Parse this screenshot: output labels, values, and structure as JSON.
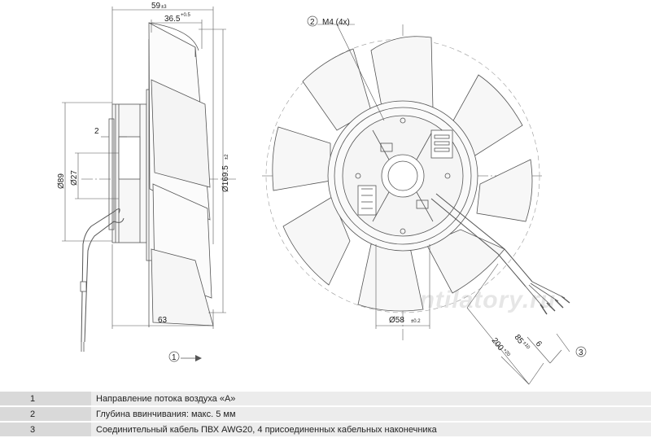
{
  "drawing": {
    "watermark": "Ventilatory.ru",
    "dims": {
      "width_59": "59",
      "width_59_tol": "±3",
      "width_36_5": "36.5",
      "width_36_5_tol": "+0.5",
      "gap_2": "2",
      "dia_89": "Ø89",
      "dia_27": "Ø27",
      "dia_169_5": "Ø169.5",
      "dia_169_5_tol": "±2",
      "width_63": "63",
      "screw": "M4 (4x)",
      "dia_58": "Ø58",
      "dia_58_tol": "±0.2",
      "cable_200": "200",
      "cable_200_tol": "+20",
      "cable_85": "85",
      "cable_85_tol": "±10",
      "cable_6": "6"
    },
    "callouts": {
      "c1": "1",
      "c2": "2",
      "c3": "3"
    }
  },
  "legend": [
    {
      "num": "1",
      "text": "Направление потока воздуха «A»"
    },
    {
      "num": "2",
      "text": "Глубина ввинчивания: макс. 5 мм"
    },
    {
      "num": "3",
      "text": "Соединительный кабель ПВХ AWG20, 4 присоединенных кабельных наконечника"
    }
  ]
}
